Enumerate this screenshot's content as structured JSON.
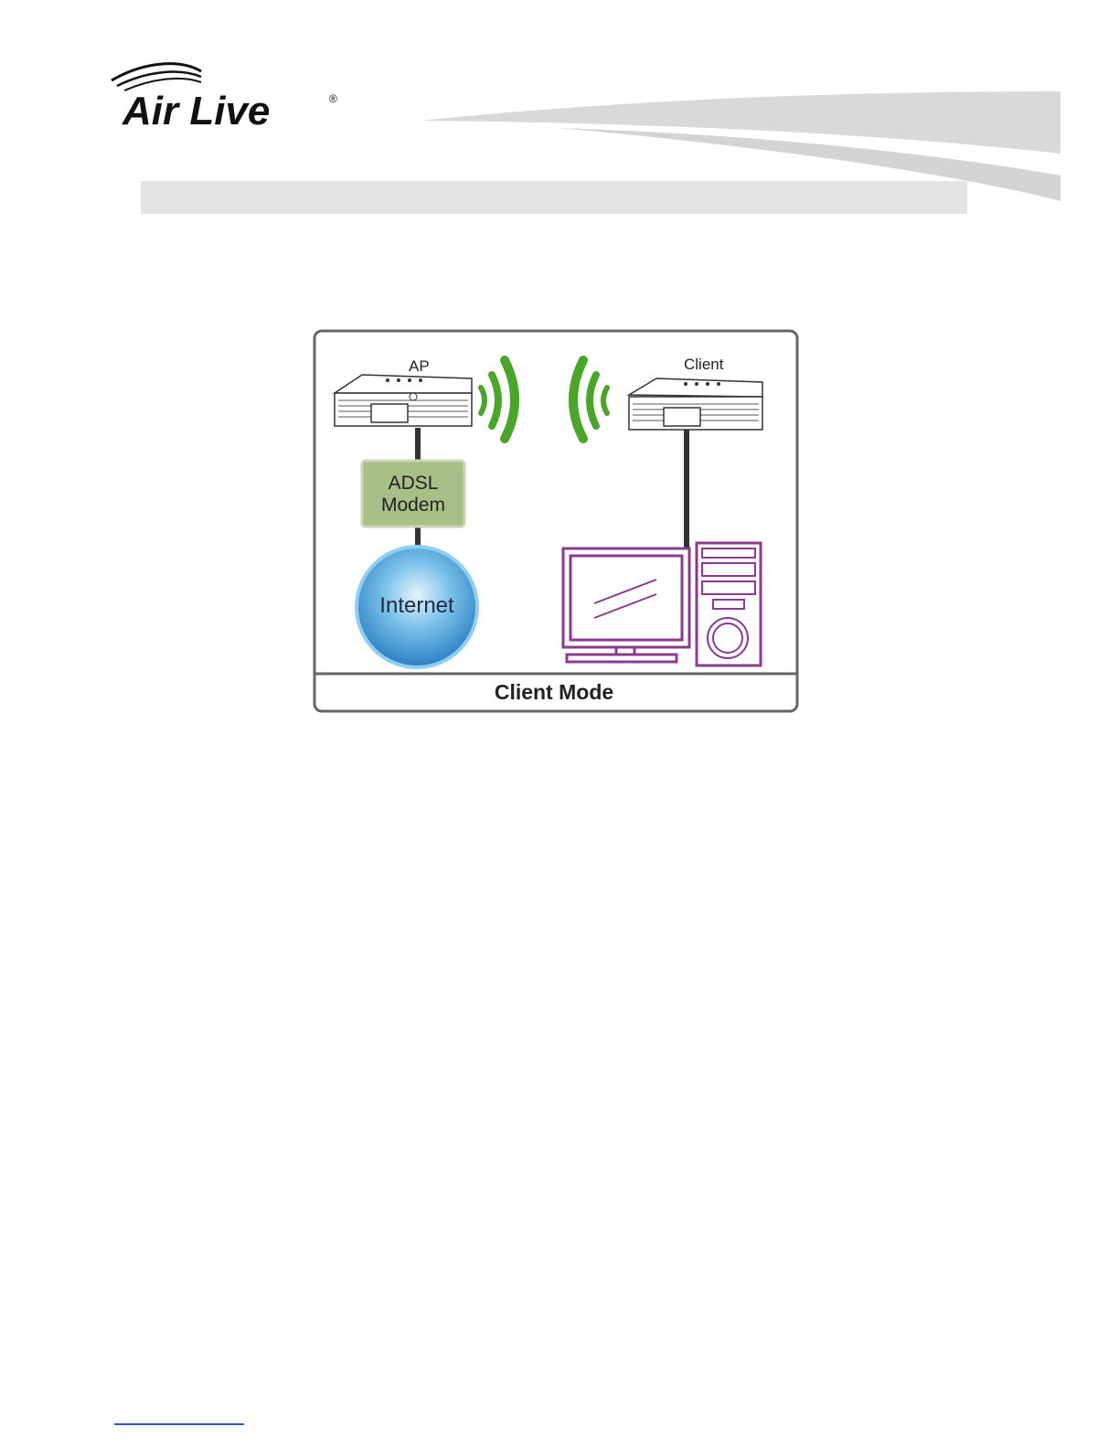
{
  "brand": {
    "logo_text": "Air Live",
    "registered_mark": "®",
    "accent_color": "#000000"
  },
  "diagram": {
    "ap_label": "AP",
    "client_label": "Client",
    "modem_label_line1": "ADSL",
    "modem_label_line2": "Modem",
    "internet_label": "Internet",
    "caption": "Client Mode",
    "wifi_color": "#4aa52a",
    "computer_color": "#8a3b8f",
    "frame_color": "#555555"
  }
}
